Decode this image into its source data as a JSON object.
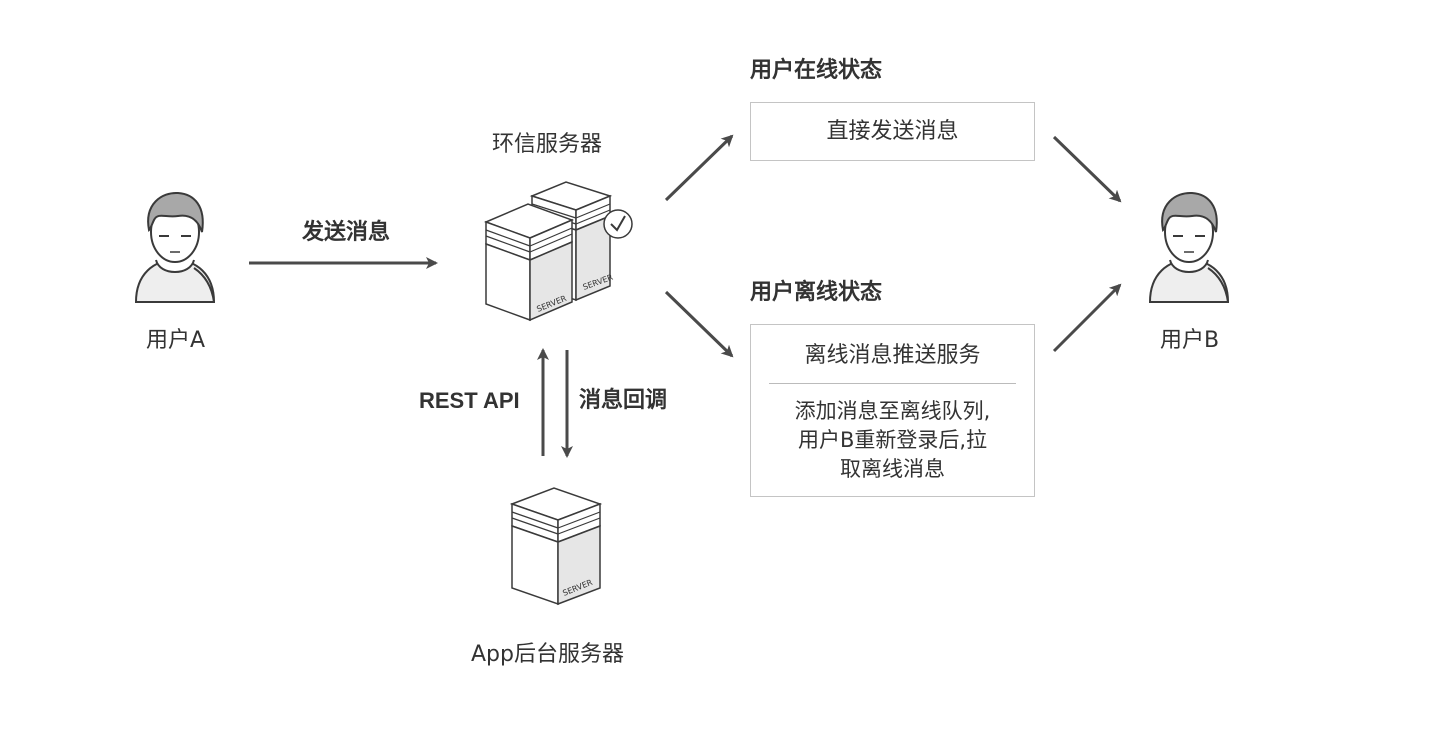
{
  "user_a": {
    "label": "用户A"
  },
  "user_b": {
    "label": "用户B"
  },
  "send_label": "发送消息",
  "im_server": {
    "label": "环信服务器",
    "server_text": "SERVER"
  },
  "app_server": {
    "label": "App后台服务器",
    "server_text": "SERVER"
  },
  "rest_api_label": "REST API",
  "callback_label": "消息回调",
  "online": {
    "heading": "用户在线状态",
    "box_text": "直接发送消息"
  },
  "offline": {
    "heading": "用户离线状态",
    "box_title": "离线消息推送服务",
    "box_lines": [
      "添加消息至离线队列,",
      "用户B重新登录后,拉",
      "取离线消息"
    ]
  },
  "colors": {
    "stroke": "#3a3a3a",
    "arrow": "#4a4a4a",
    "text": "#333333",
    "box_border": "#c4c4c4",
    "divider": "#bbbbbb",
    "hair": "#a8a8a8",
    "skin": "#ffffff",
    "shirt": "#eeeeee"
  }
}
